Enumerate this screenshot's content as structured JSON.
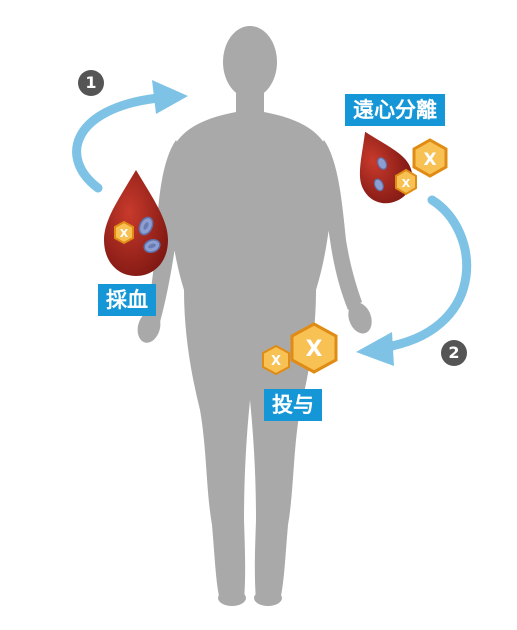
{
  "labels": {
    "collect": "採血",
    "centrifuge": "遠心分離",
    "administer": "投与"
  },
  "steps": [
    "1",
    "2"
  ],
  "badge_letter": "X",
  "colors": {
    "arrow": "#7ec3e6",
    "label_bg": "#1596d6",
    "body": "#a9a9a9",
    "blood": "#a2231c",
    "cell": "#8d9ed0",
    "hex_fill": "#f2a01e",
    "step_badge": "#555555"
  },
  "icons": [
    "human-body-silhouette",
    "blood-drop-icon",
    "blood-cell-icon",
    "hexagon-x-icon",
    "curved-arrow-icon"
  ]
}
